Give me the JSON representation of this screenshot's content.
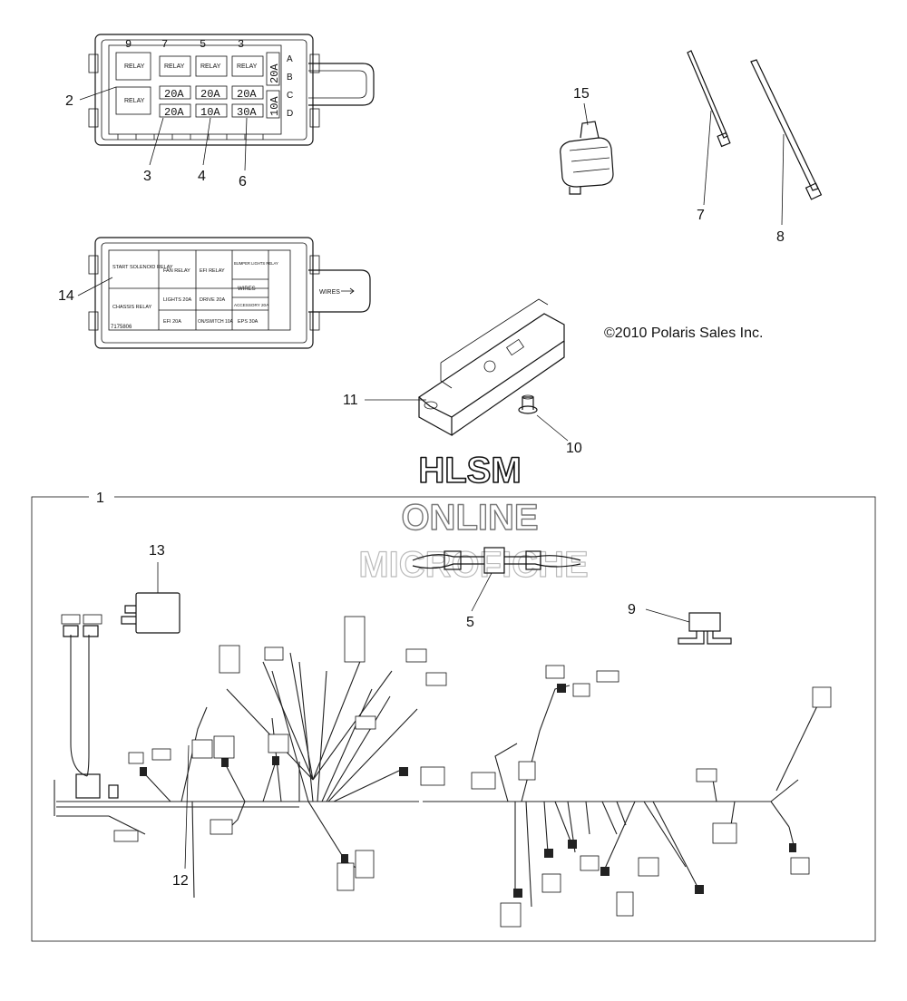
{
  "copyright": "©2010 Polaris Sales Inc.",
  "watermark": {
    "line1": "HLSM",
    "line2": "ONLINE",
    "line3": "MICROFICHE"
  },
  "callouts": {
    "c1": "1",
    "c2": "2",
    "c3": "3",
    "c4": "4",
    "c5": "5",
    "c6": "6",
    "c7": "7",
    "c8": "8",
    "c9": "9",
    "c10": "10",
    "c11": "11",
    "c12": "12",
    "c13": "13",
    "c14": "14",
    "c15": "15"
  },
  "fuse_box_top": {
    "column_numbers": [
      "9",
      "7",
      "5",
      "3"
    ],
    "row_letters": [
      "A",
      "B",
      "C",
      "D"
    ],
    "relay_label": "RELAY",
    "fuses_row1": [
      "20A",
      "20A",
      "20A"
    ],
    "fuses_row2": [
      "20A",
      "10A",
      "30A"
    ],
    "side_fuses": [
      "20A",
      "10A"
    ]
  },
  "fuse_label_decal": {
    "cells": [
      "START SOLENOID RELAY",
      "FAN RELAY",
      "EFI RELAY",
      "BUMPER LIGHTS RELAY",
      "CHASSIS RELAY",
      "LIGHTS 20A",
      "DRIVE 20A",
      "ACCESSORY 20A",
      "EFI 20A",
      "ON/SWITCH 10A",
      "EPS 30A"
    ],
    "wires_label": "WIRES",
    "part_number": "7175806"
  }
}
